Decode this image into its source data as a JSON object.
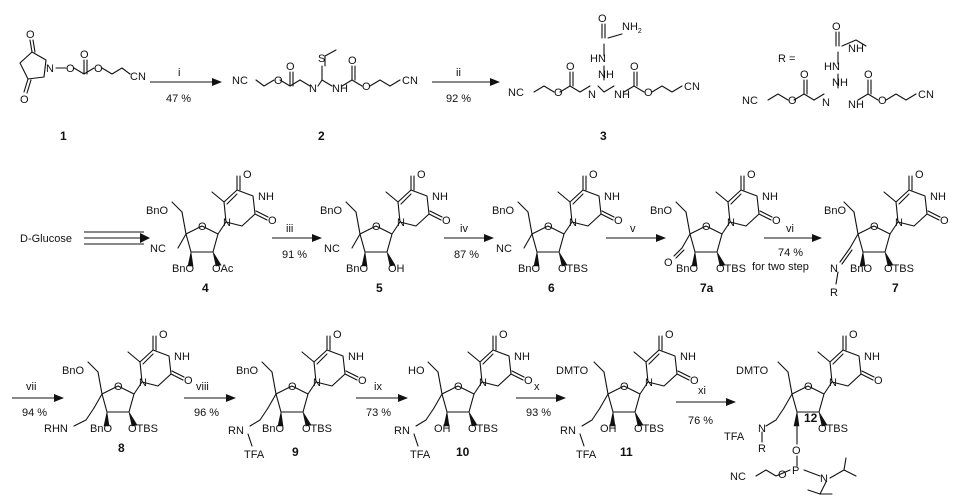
{
  "compounds": {
    "c1": "1",
    "c2": "2",
    "c3": "3",
    "c4": "4",
    "c5": "5",
    "c6": "6",
    "c7a": "7a",
    "c7": "7",
    "c8": "8",
    "c9": "9",
    "c10": "10",
    "c11": "11",
    "c12": "12"
  },
  "reagents": {
    "i": {
      "label": "i",
      "yield": "47 %"
    },
    "ii": {
      "label": "ii",
      "yield": "92 %"
    },
    "iii": {
      "label": "iii",
      "yield": "91 %"
    },
    "iv": {
      "label": "iv",
      "yield": "87 %"
    },
    "v": {
      "label": "v"
    },
    "vi": {
      "label": "vi",
      "yield": "74 %",
      "note": "for two step"
    },
    "vii": {
      "label": "vii",
      "yield": "94 %"
    },
    "viii": {
      "label": "viii",
      "yield": "96 %"
    },
    "ix": {
      "label": "ix",
      "yield": "73 %"
    },
    "x": {
      "label": "x",
      "yield": "93 %"
    },
    "xi": {
      "label": "xi",
      "yield": "76 %"
    }
  },
  "start_material": "D-Glucose",
  "r_definition": "R =",
  "atoms": {
    "O": "O",
    "N": "N",
    "S": "S",
    "H": "H",
    "NH": "NH",
    "HN": "HN",
    "CN": "CN",
    "NC": "NC",
    "NH2": "NH",
    "two": "2",
    "P": "P",
    "R": "R"
  },
  "groups": {
    "BnO": "BnO",
    "Bn": "BnO",
    "OAc": "OAc",
    "OH": "OH",
    "OTBS": "OTBS",
    "HO": "HO",
    "DMTO": "DMTO",
    "TFA": "TFA",
    "RN": "RN",
    "RHN": "RHN",
    "TFAl": "TFA"
  }
}
